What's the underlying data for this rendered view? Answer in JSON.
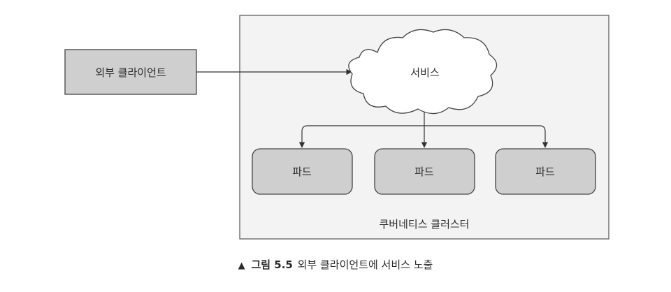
{
  "diagram": {
    "cluster_label": "쿠버네티스 클러스터",
    "client_label": "외부 클라이언트",
    "service_label": "서비스",
    "pods": [
      {
        "label": "파드"
      },
      {
        "label": "파드"
      },
      {
        "label": "파드"
      }
    ]
  },
  "caption": {
    "marker": "▲",
    "figure_label": "그림 5.5",
    "text": "외부 클라이언트에 서비스 노출"
  }
}
